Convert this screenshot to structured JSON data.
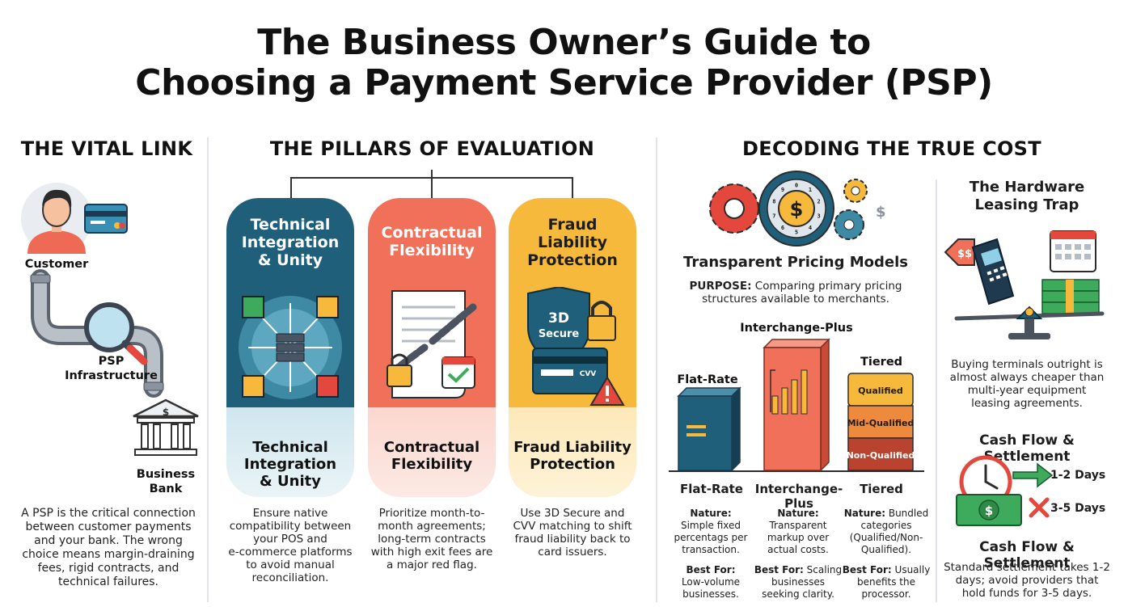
{
  "title_line1": "The Business Owner’s Guide to",
  "title_line2": "Choosing a Payment Service Provider (PSP)",
  "vital_link": {
    "heading": "THE VITAL LINK",
    "customer": "Customer",
    "psp_line1": "PSP",
    "psp_line2": "Infrastructure",
    "bank_line1": "Business",
    "bank_line2": "Bank",
    "bank_symbol": "$",
    "description": [
      "A PSP is the critical connection",
      "between customer payments",
      "and your bank. The wrong",
      "choice means margin-draining",
      "fees, rigid contracts, and",
      "technical failures."
    ]
  },
  "pillars": {
    "heading": "THE PILLARS OF EVALUATION",
    "items": [
      {
        "title": [
          "Technical",
          "Integration",
          "& Unity"
        ],
        "bottom": [
          "Technical",
          "Integration",
          "& Unity"
        ],
        "description": [
          "Ensure native",
          "compatibility between",
          "your POS and",
          "e-commerce platforms",
          "to avoid manual",
          "reconciliation."
        ],
        "color": "#1f5f7a",
        "icon": "network-hub-icon"
      },
      {
        "title": [
          "Contractual",
          "Flexibility"
        ],
        "bottom": [
          "Contractual",
          "Flexibility"
        ],
        "description": [
          "Prioritize month-to-",
          "month agreements;",
          "long-term contracts",
          "with high exit fees are",
          "a major red flag."
        ],
        "color": "#f0705a",
        "icon": "broken-chain-contract-icon"
      },
      {
        "title": [
          "Fraud",
          "Liability",
          "Protection"
        ],
        "bottom": [
          "Fraud Liability",
          "Protection"
        ],
        "description": [
          "Use 3D Secure and",
          "CVV matching to shift",
          "fraud liability back to",
          "card issuers."
        ],
        "color": "#f6b93b",
        "icon": "shield-lock-icon",
        "badge": [
          "3D",
          "Secure"
        ],
        "cvv": "CVV"
      }
    ]
  },
  "cost": {
    "heading": "DECODING THE TRUE COST",
    "pricing_title": "Transparent Pricing Models",
    "purpose_label": "PURPOSE:",
    "purpose_text_1": " Comparing primary pricing",
    "purpose_text_2": "structures available to merchants.",
    "top_symbol": "$",
    "dial_digits": [
      "0",
      "1",
      "2",
      "3",
      "4",
      "5",
      "6",
      "7",
      "8",
      "9"
    ],
    "side_symbol": "$",
    "models": [
      {
        "chart_label": "Flat-Rate",
        "axis_label": "Flat-Rate",
        "nature_label": "Nature:",
        "nature": [
          "Simple fixed",
          "percentags per",
          "transaction."
        ],
        "best_label": "Best For:",
        "best": [
          "Low-volume",
          "businesses."
        ]
      },
      {
        "chart_label": "Interchange-Plus",
        "axis_label": "Interchange-Plus",
        "nature_label": "Nature:",
        "nature": [
          "Transparent",
          "markup over",
          "actual costs."
        ],
        "best_label": "Best For:",
        "best_inline": " Scaling",
        "best": [
          "businesses",
          "seeking clarity."
        ]
      },
      {
        "chart_label": "Tiered",
        "axis_label": "Tiered",
        "nature_label": "Nature:",
        "nature_inline": " Bundled",
        "nature": [
          "categories",
          "(Qualified/Non-",
          "Qualified)."
        ],
        "best_label": "Best For:",
        "best_inline": " Usually",
        "best": [
          "benefits the",
          "processor."
        ],
        "tiers": [
          "Qualified",
          "Mid-Qualified",
          "Non-Qualified"
        ]
      }
    ]
  },
  "hardware": {
    "title": [
      "The Hardware",
      "Leasing Trap"
    ],
    "tag": "$$",
    "description": [
      "Buying terminals outright is",
      "almost always cheaper than",
      "multi-year equipment",
      "leasing agreements."
    ]
  },
  "cash_flow": {
    "title_top": "Cash Flow & Settlement",
    "fast": "1-2 Days",
    "slow": "3-5 Days",
    "money_symbol": "$",
    "title_bottom": "Cash Flow & Settlement",
    "description": [
      "Standard settlement takes 1-2",
      "days; avoid providers that",
      "hold funds for 3-5 days."
    ]
  },
  "colors": {
    "teal": "#1f5f7a",
    "coral": "#f0705a",
    "gold": "#f6b93b",
    "green": "#3daa5c",
    "red": "#e4483c"
  }
}
